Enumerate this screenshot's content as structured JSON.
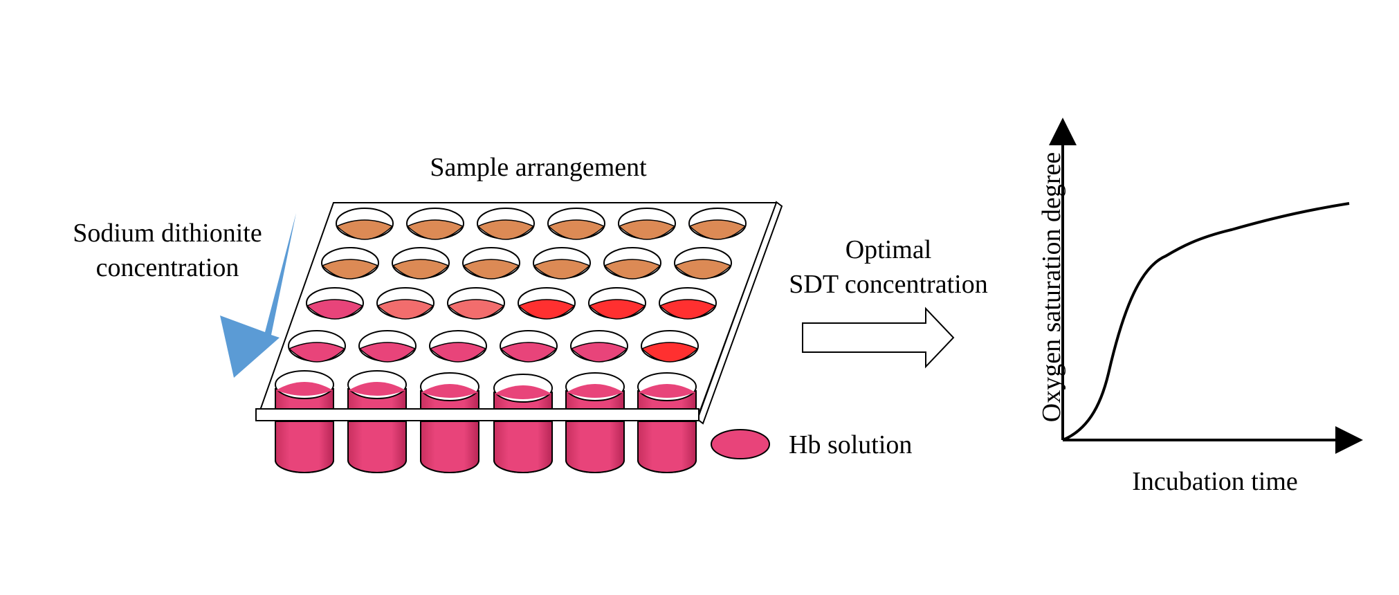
{
  "labels": {
    "title": "Sample arrangement",
    "reagent_line1": "Sodium dithionite",
    "reagent_line2": "concentration",
    "result_line1": "Optimal",
    "result_line2": "SDT concentration",
    "legend": "Hb solution",
    "y_axis": "Oxygen saturation degree",
    "x_axis": "Incubation time"
  },
  "colors": {
    "orange": "#dc8a55",
    "pink": "#e8447a",
    "salmon": "#f26d6d",
    "red": "#ff3030",
    "arrow_blue": "#5b9bd5",
    "hb": "#e8447a"
  },
  "wells": [
    [
      "orange",
      "orange",
      "orange",
      "orange",
      "orange",
      "orange"
    ],
    [
      "orange",
      "orange",
      "orange",
      "orange",
      "orange",
      "orange"
    ],
    [
      "pink",
      "salmon",
      "salmon",
      "red",
      "red",
      "red"
    ],
    [
      "pink",
      "pink",
      "pink",
      "pink",
      "pink",
      "red"
    ]
  ],
  "tube_count": 6
}
